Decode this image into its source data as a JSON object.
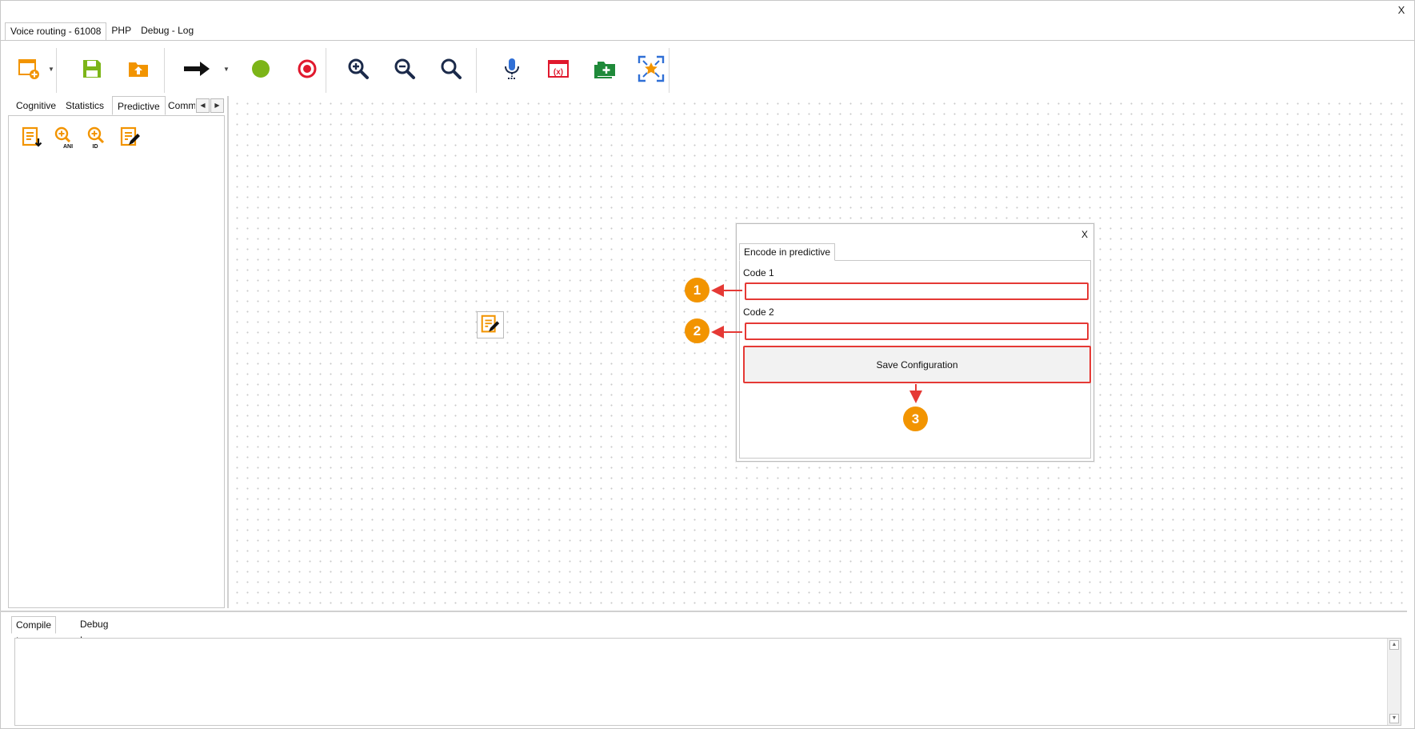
{
  "window": {
    "close_label": "X"
  },
  "top_tabs": [
    {
      "label": "Voice routing - 61008",
      "active": true
    },
    {
      "label": "PHP",
      "active": false
    },
    {
      "label": "Debug - Log",
      "active": false
    }
  ],
  "toolbar": {
    "buttons": [
      {
        "icon": "new-window-icon"
      },
      {
        "icon": "save-icon"
      },
      {
        "icon": "upload-folder-icon"
      },
      {
        "icon": "arrow-right-icon"
      },
      {
        "icon": "green-dot-icon"
      },
      {
        "icon": "record-icon"
      },
      {
        "icon": "zoom-in-icon"
      },
      {
        "icon": "zoom-out-icon"
      },
      {
        "icon": "zoom-fit-icon"
      },
      {
        "icon": "microphone-icon"
      },
      {
        "icon": "variable-icon"
      },
      {
        "icon": "add-folder-icon"
      },
      {
        "icon": "expand-star-icon"
      }
    ],
    "colors": {
      "orange": "#f29400",
      "green": "#7cb518",
      "red": "#e0182d",
      "navy": "#1b2a4a",
      "blue": "#2f6fd6"
    }
  },
  "left_panel": {
    "tabs": [
      {
        "label": "Cognitive",
        "active": false
      },
      {
        "label": "Statistics",
        "active": false
      },
      {
        "label": "Predictive",
        "active": true
      },
      {
        "label": "Comm",
        "active": false
      }
    ],
    "scroll_left": "◀",
    "scroll_right": "▶",
    "tools": [
      {
        "icon": "list-download-icon",
        "badge": ""
      },
      {
        "icon": "search-ani-icon",
        "badge": "ANI"
      },
      {
        "icon": "search-id-icon",
        "badge": "ID"
      },
      {
        "icon": "list-edit-icon",
        "badge": ""
      }
    ]
  },
  "dialog": {
    "close_label": "X",
    "tab_label": "Encode in predictive",
    "fields": [
      {
        "label": "Code 1",
        "value": ""
      },
      {
        "label": "Code 2",
        "value": ""
      }
    ],
    "save_label": "Save Configuration",
    "highlight_color": "#e53935"
  },
  "markers": [
    "1",
    "2",
    "3"
  ],
  "marker_color": "#f29400",
  "log_tabs": [
    {
      "label": "Compile Log",
      "active": true
    },
    {
      "label": "Debug Log",
      "active": false
    }
  ]
}
